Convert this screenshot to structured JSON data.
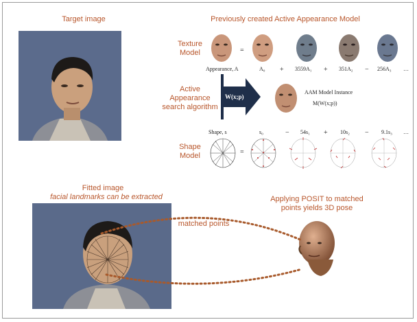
{
  "labels": {
    "target_image": "Target image",
    "prev_aam": "Previously created Active Appearance Model",
    "texture_model": "Texture\nModel",
    "aam_search": "Active\nAppearance\nsearch algorithm",
    "shape_model": "Shape\nModel",
    "fitted_image": "Fitted image",
    "facial_landmarks": "facial landmarks can be extracted",
    "applying_posit": "Applying POSIT to matched\npoints yields 3D pose",
    "matched_points": "matched points"
  },
  "texture_row": {
    "appearance_label": "Appearance, A",
    "ops": [
      "=",
      "+",
      "+",
      "−"
    ],
    "terms": [
      "A₀",
      "3559A₁",
      "351A₂",
      "256A₃"
    ],
    "ellipsis": "…"
  },
  "instance": {
    "arrow_label": "W(x;p)",
    "title": "AAM Model Instance",
    "formula": "M(W(x;p))"
  },
  "shape_row": {
    "shape_label": "Shape, s",
    "ops": [
      "=",
      "−",
      "+",
      "−"
    ],
    "terms": [
      "s₀",
      "54s₁",
      "10s₂",
      "9.1s₃"
    ],
    "ellipsis": "…"
  },
  "colors": {
    "accent": "#b8562b",
    "arrow": "#1f2f4a",
    "photo_bg": "#5a6a8a"
  }
}
